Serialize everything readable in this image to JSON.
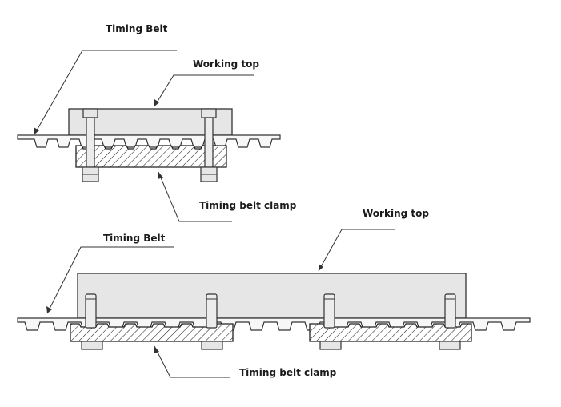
{
  "top_assembly": {
    "belt_label": "Timing Belt",
    "top_label": "Working top",
    "clamp_label": "Timing belt clamp"
  },
  "bottom_assembly": {
    "belt_label": "Timing Belt",
    "top_label": "Working top",
    "clamp_label": "Timing belt clamp"
  },
  "colors": {
    "line": "#333333",
    "plate_fill": "#e6e6e6",
    "belt_fill": "#f7f7f7",
    "hatch": "#222222",
    "background": "#ffffff"
  }
}
